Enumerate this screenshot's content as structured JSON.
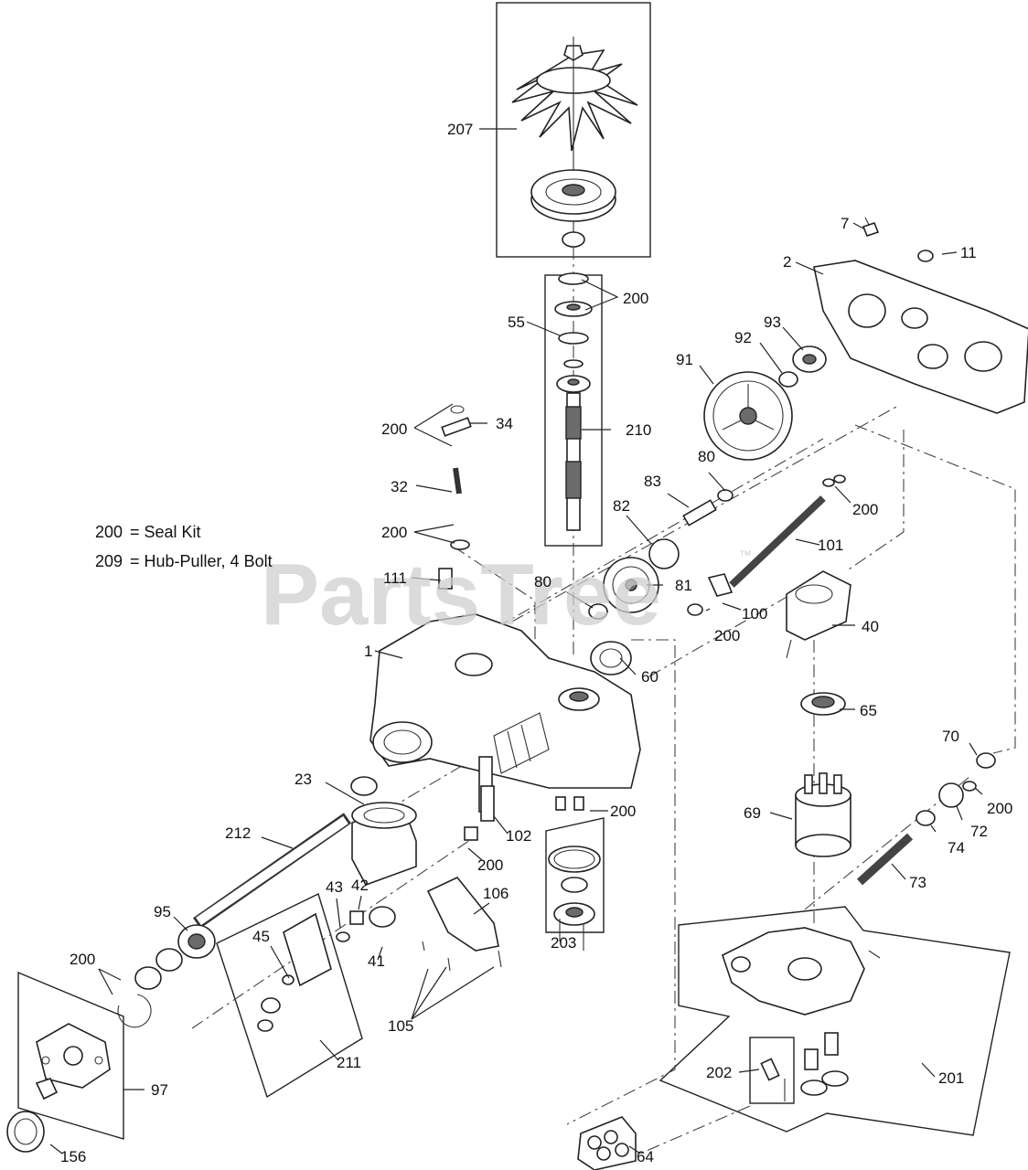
{
  "watermark": {
    "text": "PartsTree",
    "tm": "™"
  },
  "legend": [
    {
      "key": "200",
      "text": "= Seal Kit"
    },
    {
      "key": "209",
      "text": "= Hub-Puller, 4 Bolt"
    }
  ],
  "labels": {
    "p207": "207",
    "p7": "7",
    "p11": "11",
    "p2": "2",
    "p200a": "200",
    "p55": "55",
    "p93": "93",
    "p92": "92",
    "p91": "91",
    "p200b": "200",
    "p34": "34",
    "p210": "210",
    "p32": "32",
    "p80a": "80",
    "p83": "83",
    "p200c": "200",
    "p200d": "200",
    "p82": "82",
    "p101": "101",
    "p111": "111",
    "p80b": "80",
    "p81": "81",
    "p100": "100",
    "p200e": "200",
    "p40": "40",
    "p1": "1",
    "p60": "60",
    "p65": "65",
    "p70": "70",
    "p23": "23",
    "p200f": "200",
    "p200g": "200",
    "p69": "69",
    "p72": "72",
    "p212": "212",
    "p102": "102",
    "p74": "74",
    "p200h": "200",
    "p73": "73",
    "p43": "43",
    "p42": "42",
    "p106": "106",
    "p95": "95",
    "p45": "45",
    "p41": "41",
    "p200i": "200",
    "p203": "203",
    "p105": "105",
    "p211": "211",
    "p97": "97",
    "p202": "202",
    "p201": "201",
    "p156": "156",
    "p64": "64"
  }
}
